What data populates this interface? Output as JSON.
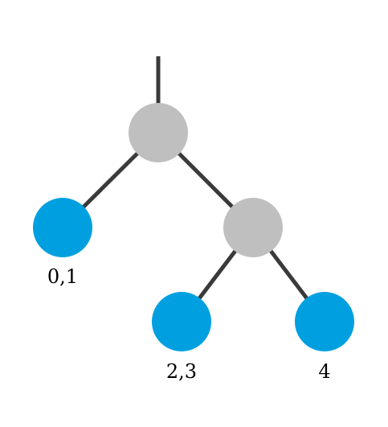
{
  "colors": {
    "edge": "#3a3a3a",
    "internal_node": "#bfbfbf",
    "leaf_node": "#00a0e0",
    "label": "#000000",
    "background": "#ffffff"
  },
  "tree": {
    "root": {
      "type": "internal",
      "children": [
        {
          "type": "leaf",
          "label": "0,1"
        },
        {
          "type": "internal",
          "children": [
            {
              "type": "leaf",
              "label": "2,3"
            },
            {
              "type": "leaf",
              "label": "4"
            }
          ]
        }
      ]
    }
  }
}
